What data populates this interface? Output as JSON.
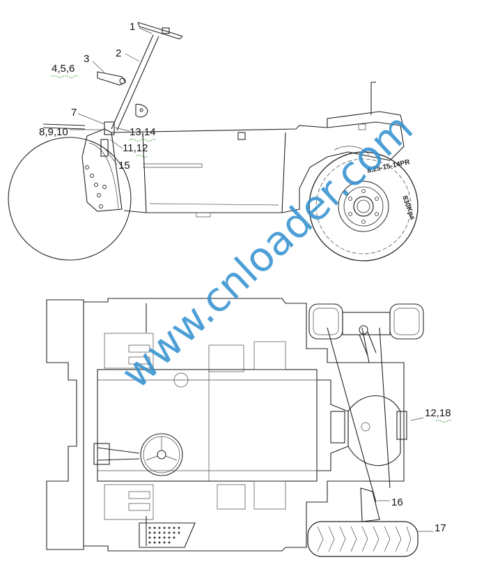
{
  "callouts": {
    "c1": "1",
    "c2": "2",
    "c3": "3",
    "c456": "4,5,6",
    "c7": "7",
    "c8910": "8,9,10",
    "c1314": "13,14",
    "c1112": "11,12",
    "c15": "15",
    "c1218": "12,18",
    "c16": "16",
    "c17": "17"
  },
  "tire": {
    "size_label": "8.25-15-14PR",
    "pressure_label": "830Kpa"
  },
  "watermark": "www.cnloader.com"
}
